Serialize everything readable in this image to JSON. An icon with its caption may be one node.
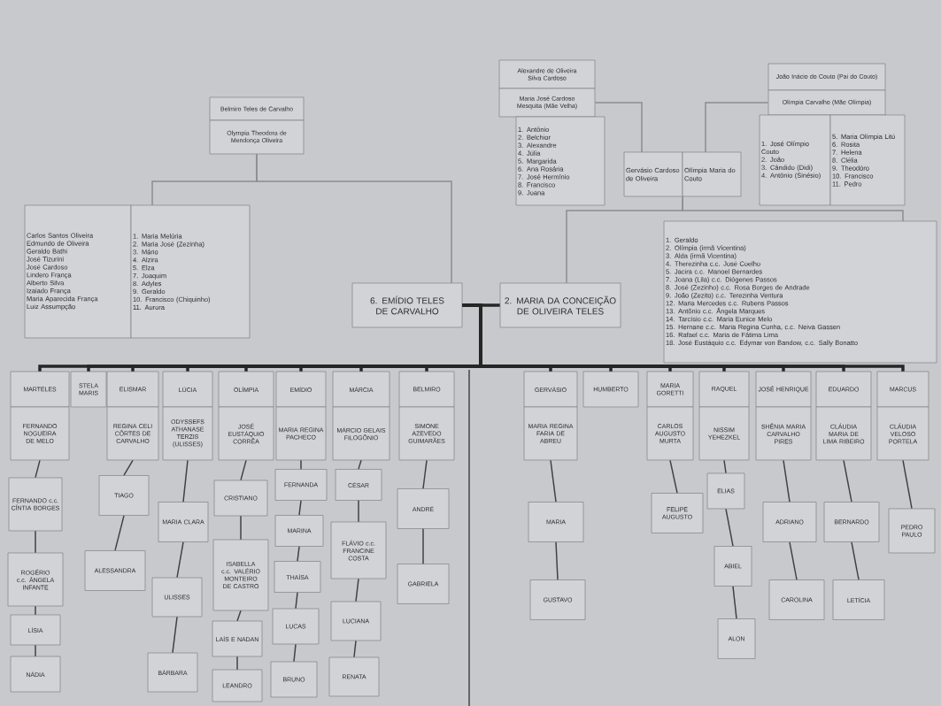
{
  "diagram": {
    "nodes": [
      {
        "text": [
          "Belmiro Teles de Carvalho"
        ]
      },
      {
        "text": [
          "Olympia Theodora de Mendonça Oliveira"
        ]
      },
      {
        "text": [
          "Carlos Santos Oliveira",
          "Edmundo de Oliveira",
          "Geraldo Bathi",
          "José Tizurini",
          "José Cardoso",
          "Lindero França",
          "Alberto Silva",
          "Izaiado França",
          "Maria Aparecida França",
          "Luiz Assumpção"
        ]
      },
      {
        "text": [
          "1. Maria Melúria",
          "2. Maria José (Zezinha)",
          "3. Mário",
          "4. Alzira",
          "5. Elza",
          "7. Joaquim",
          "8. Adyles",
          "9. Geraldo",
          "10. Francisco (Chiquinho)",
          "11. Aurora"
        ]
      },
      {
        "text": [
          "6. EMÍDIO TELES DE CARVALHO"
        ]
      },
      {
        "text": [
          "Alexandre de Oliveira Silva Cardoso"
        ]
      },
      {
        "text": [
          "Maria José Cardoso Mesquita (Mãe Velha)"
        ]
      },
      {
        "text": [
          "1. Antônio",
          "2. Belchior",
          "3. Alexandre",
          "4. Júlia",
          "5. Margarida",
          "6. Ana Rosária",
          "7. José Hermínio",
          "8. Francisco",
          "9. Joana"
        ]
      },
      {
        "text": [
          "Gervásio Cardoso de Oliveira"
        ]
      },
      {
        "text": [
          "Olímpia Maria do Couto"
        ]
      },
      {
        "text": [
          "João Inácio do Couto (Pai do Couto)"
        ]
      },
      {
        "text": [
          "Olímpia Carvalho (Mãe Olímpia)"
        ]
      },
      {
        "text": [
          "1. José Olímpio Couto",
          "2. João",
          "3. Cândido (Didi)",
          "4. Antônio (Sinésio)"
        ]
      },
      {
        "text": [
          "5. Maria Olímpia Litó",
          "6. Rosita",
          "7. Helena",
          "8. Clélia",
          "9. Theodóro",
          "10. Francisco",
          "11. Pedro"
        ]
      },
      {
        "text": [
          "1. Geraldo",
          "2. Olímpia (irmã Vicentina)",
          "3. Alda (irmã Vicentina)",
          "4. Therezinha c.c. José Coelho",
          "5. Jacira c.c. Manoel Bernardes",
          "7. Joana (Lila) c.c. Diógenes Passos",
          "8. José (Zezinho) c.c. Rosa Borges de Andrade",
          "9. João (Zezito) c.c. Terezinha Ventura",
          "12. Maria Mercedes c.c. Rubens Passos",
          "13. Antônio c.c. Ângela Marques",
          "14. Tarcísio c.c. Maria Eunice Melo",
          "15. Hernane c.c. Maria Regina Cunha, c.c. Neiva Gassen",
          "16. Rafael c.c. Maria de Fátima Lima",
          "18. José Eustáquio c.c. Edymar von Bandow, c.c. Sally Bonatto"
        ]
      },
      {
        "text": [
          "2. MARIA DA CONCEIÇÃO DE OLIVEIRA TELES"
        ]
      },
      {
        "text": [
          "MARTELES"
        ]
      },
      {
        "text": [
          "STELA MARIS"
        ]
      },
      {
        "text": [
          "ELISMAR"
        ]
      },
      {
        "text": [
          "LÚCIA"
        ]
      },
      {
        "text": [
          "OLÍMPIA"
        ]
      },
      {
        "text": [
          "EMÍDIO"
        ]
      },
      {
        "text": [
          "MÁRCIA"
        ]
      },
      {
        "text": [
          "BELMIRO"
        ]
      },
      {
        "text": [
          "GERVÁSIO"
        ]
      },
      {
        "text": [
          "HUMBERTO"
        ]
      },
      {
        "text": [
          "MARIA GORETTI"
        ]
      },
      {
        "text": [
          "RAQUEL"
        ]
      },
      {
        "text": [
          "JOSÉ HENRIQUE"
        ]
      },
      {
        "text": [
          "EDUARDO"
        ]
      },
      {
        "text": [
          "MARCUS"
        ]
      },
      {
        "text": [
          "FERNANDO NOGUEIRA DE MELO"
        ]
      },
      {
        "text": [
          "REGINA CELI CÔRTES DE CARVALHO"
        ]
      },
      {
        "text": [
          "ODYSSEFS ATHANASE TERZIS (ULISSES)"
        ]
      },
      {
        "text": [
          "JOSÉ EUSTÁQUIO CORRÊA"
        ]
      },
      {
        "text": [
          "MARIA REGINA PACHECO"
        ]
      },
      {
        "text": [
          "MÁRCIO GELAIS FILOGÔNIO"
        ]
      },
      {
        "text": [
          "SIMONE AZEVEDO GUIMARÃES"
        ]
      },
      {
        "text": [
          "MARIA REGINA FARIA DE ABREU"
        ]
      },
      {
        "text": [
          "CARLOS AUGUSTO MURTA"
        ]
      },
      {
        "text": [
          "NISSIM YEHEZKEL"
        ]
      },
      {
        "text": [
          "SHÊNIA MARIA CARVALHO PIRES"
        ]
      },
      {
        "text": [
          "CLÁUDIA MARIA DE LIMA RIBEIRO"
        ]
      },
      {
        "text": [
          "CLÁUDIA VELOSO PORTELA"
        ]
      },
      {
        "text": [
          "FERNANDO c.c. CÍNTIA BORGES"
        ]
      },
      {
        "text": [
          "ROGÉRIO c.c. ÂNGELA INFANTE"
        ]
      },
      {
        "text": [
          "LÍSIA"
        ]
      },
      {
        "text": [
          "NÁDIA"
        ]
      },
      {
        "text": [
          "TIAGO"
        ]
      },
      {
        "text": [
          "ALESSANDRA"
        ]
      },
      {
        "text": [
          "MARIA CLARA"
        ]
      },
      {
        "text": [
          "ULISSES"
        ]
      },
      {
        "text": [
          "BÁRBARA"
        ]
      },
      {
        "text": [
          "CRISTIANO"
        ]
      },
      {
        "text": [
          "ISABELLA c.c. VALÉRIO MONTEIRO DE CASTRO"
        ]
      },
      {
        "text": [
          "LAÍS E NADAN"
        ]
      },
      {
        "text": [
          "LEANDRO"
        ]
      },
      {
        "text": [
          "FERNANDA"
        ]
      },
      {
        "text": [
          "MARINA"
        ]
      },
      {
        "text": [
          "THAÍSA"
        ]
      },
      {
        "text": [
          "LUCAS"
        ]
      },
      {
        "text": [
          "BRUNO"
        ]
      },
      {
        "text": [
          "CÉSAR"
        ]
      },
      {
        "text": [
          "FLÁVIO c.c. FRANCINE COSTA"
        ]
      },
      {
        "text": [
          "LUCIANA"
        ]
      },
      {
        "text": [
          "RENATA"
        ]
      },
      {
        "text": [
          "ANDRÉ"
        ]
      },
      {
        "text": [
          "GABRIELA"
        ]
      },
      {
        "text": [
          "MARIA"
        ]
      },
      {
        "text": [
          "GUSTAVO"
        ]
      },
      {
        "text": [
          "FELIPE AUGUSTO"
        ]
      },
      {
        "text": [
          "ELIAS"
        ]
      },
      {
        "text": [
          "ABIEL"
        ]
      },
      {
        "text": [
          "ALON"
        ]
      },
      {
        "text": [
          "ADRIANO"
        ]
      },
      {
        "text": [
          "CAROLINA"
        ]
      },
      {
        "text": [
          "BERNARDO"
        ]
      },
      {
        "text": [
          "LETÍCIA"
        ]
      },
      {
        "text": [
          "PEDRO PAULO"
        ]
      }
    ],
    "edges": [
      {
        "from": 1,
        "to": 3,
        "arrow": "none",
        "color": "#8c8c8c"
      },
      {
        "from": 1,
        "to": 4,
        "arrow": "none",
        "color": "#8c8c8c"
      },
      {
        "from": 6,
        "to": 8,
        "arrow": "none",
        "color": "#8c8c8c"
      },
      {
        "from": 11,
        "to": 9,
        "arrow": "none",
        "color": "#8c8c8c"
      },
      {
        "from": 8,
        "to": 15,
        "arrow": "none",
        "color": "#8c8c8c"
      },
      {
        "from": 8,
        "to": 14,
        "arrow": "none",
        "color": "#8c8c8c"
      },
      {
        "from": 4,
        "to": 15,
        "arrow": "none",
        "style": "thick"
      },
      {
        "from": 4,
        "to": 16,
        "arrow": "none",
        "style": "thick"
      },
      {
        "from": 4,
        "to": 17,
        "arrow": "none",
        "style": "thick"
      },
      {
        "from": 4,
        "to": 18,
        "arrow": "none",
        "style": "thick"
      },
      {
        "from": 4,
        "to": 19,
        "arrow": "none",
        "style": "thick"
      },
      {
        "from": 4,
        "to": 20,
        "arrow": "none",
        "style": "thick"
      },
      {
        "from": 4,
        "to": 21,
        "arrow": "none",
        "style": "thick"
      },
      {
        "from": 4,
        "to": 22,
        "arrow": "none",
        "style": "thick"
      },
      {
        "from": 4,
        "to": 23,
        "arrow": "none",
        "style": "thick"
      },
      {
        "from": 4,
        "to": 24,
        "arrow": "none",
        "style": "thick"
      },
      {
        "from": 4,
        "to": 25,
        "arrow": "none",
        "style": "thick"
      },
      {
        "from": 4,
        "to": 26,
        "arrow": "none",
        "style": "thick"
      },
      {
        "from": 4,
        "to": 27,
        "arrow": "none",
        "style": "thick"
      },
      {
        "from": 4,
        "to": 28,
        "arrow": "none",
        "style": "thick"
      },
      {
        "from": 4,
        "to": 29,
        "arrow": "none",
        "style": "thick"
      },
      {
        "from": 4,
        "to": 30,
        "arrow": "none",
        "style": "thick"
      },
      {
        "from": 31,
        "to": 44,
        "arrow": "none"
      },
      {
        "from": 44,
        "to": 45,
        "arrow": "none"
      },
      {
        "from": 45,
        "to": 46,
        "arrow": "none"
      },
      {
        "from": 46,
        "to": 47,
        "arrow": "none"
      },
      {
        "from": 32,
        "to": 48,
        "arrow": "none"
      },
      {
        "from": 48,
        "to": 49,
        "arrow": "none"
      },
      {
        "from": 33,
        "to": 50,
        "arrow": "none"
      },
      {
        "from": 50,
        "to": 51,
        "arrow": "none"
      },
      {
        "from": 51,
        "to": 52,
        "arrow": "none"
      },
      {
        "from": 34,
        "to": 53,
        "arrow": "none"
      },
      {
        "from": 53,
        "to": 54,
        "arrow": "none"
      },
      {
        "from": 54,
        "to": 55,
        "arrow": "none"
      },
      {
        "from": 55,
        "to": 56,
        "arrow": "none"
      },
      {
        "from": 35,
        "to": 57,
        "arrow": "none"
      },
      {
        "from": 57,
        "to": 58,
        "arrow": "none"
      },
      {
        "from": 58,
        "to": 59,
        "arrow": "none"
      },
      {
        "from": 59,
        "to": 60,
        "arrow": "none"
      },
      {
        "from": 60,
        "to": 61,
        "arrow": "none"
      },
      {
        "from": 36,
        "to": 62,
        "arrow": "none"
      },
      {
        "from": 62,
        "to": 63,
        "arrow": "none"
      },
      {
        "from": 63,
        "to": 64,
        "arrow": "none"
      },
      {
        "from": 64,
        "to": 65,
        "arrow": "none"
      },
      {
        "from": 37,
        "to": 66,
        "arrow": "none"
      },
      {
        "from": 66,
        "to": 67,
        "arrow": "none"
      },
      {
        "from": 38,
        "to": 68,
        "arrow": "none"
      },
      {
        "from": 68,
        "to": 69,
        "arrow": "none"
      },
      {
        "from": 39,
        "to": 70,
        "arrow": "none"
      },
      {
        "from": 40,
        "to": 71,
        "arrow": "none"
      },
      {
        "from": 71,
        "to": 72,
        "arrow": "none"
      },
      {
        "from": 72,
        "to": 73,
        "arrow": "none"
      },
      {
        "from": 41,
        "to": 74,
        "arrow": "none"
      },
      {
        "from": 74,
        "to": 75,
        "arrow": "none"
      },
      {
        "from": 42,
        "to": 76,
        "arrow": "none"
      },
      {
        "from": 76,
        "to": 77,
        "arrow": "none"
      },
      {
        "from": 43,
        "to": 78,
        "arrow": "none"
      }
    ]
  }
}
